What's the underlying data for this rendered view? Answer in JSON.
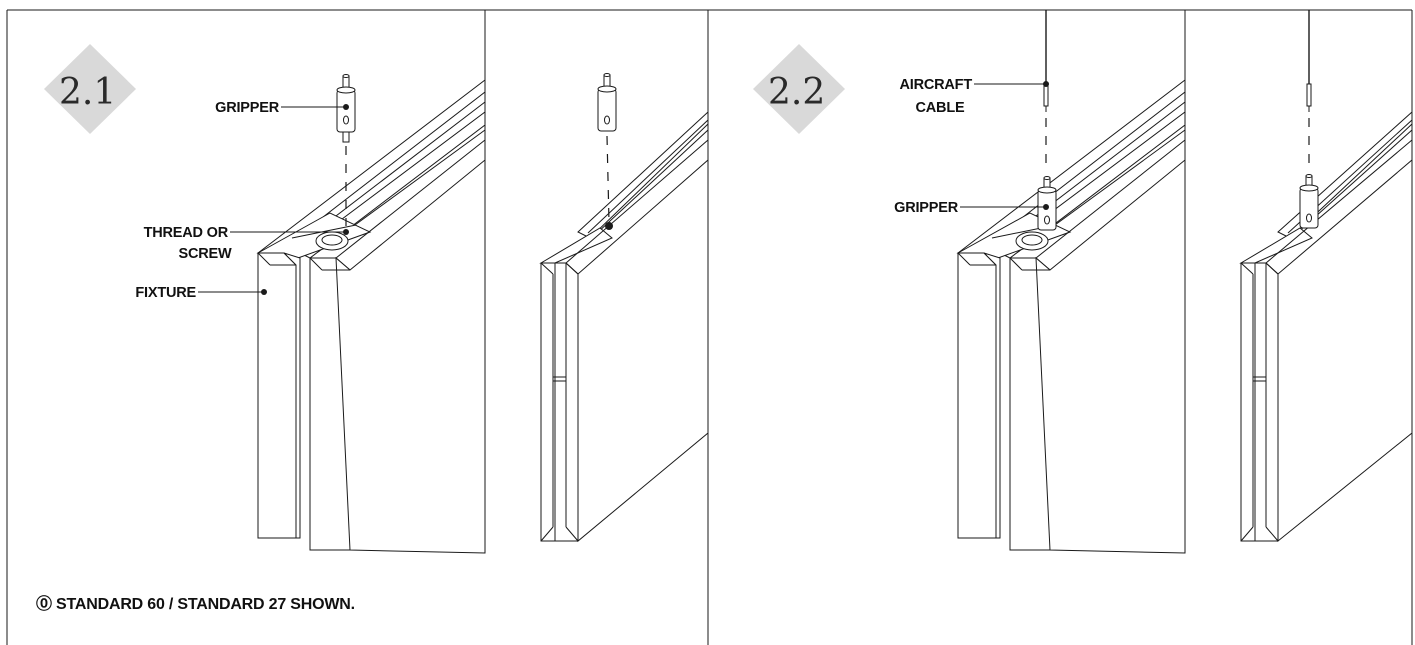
{
  "panel_2_1": {
    "step_number": "2.1",
    "labels": {
      "gripper": "GRIPPER",
      "thread_line1": "THREAD OR",
      "thread_line2": "SCREW",
      "fixture": "FIXTURE"
    },
    "note": "⓪ STANDARD 60  / STANDARD 27 SHOWN."
  },
  "panel_2_2": {
    "step_number": "2.2",
    "labels": {
      "cable_line1": "AIRCRAFT",
      "cable_line2": "CABLE",
      "gripper": "GRIPPER"
    }
  },
  "colors": {
    "line": "#1a1a1a",
    "badge": "#d9d9d9",
    "background": "#ffffff"
  }
}
